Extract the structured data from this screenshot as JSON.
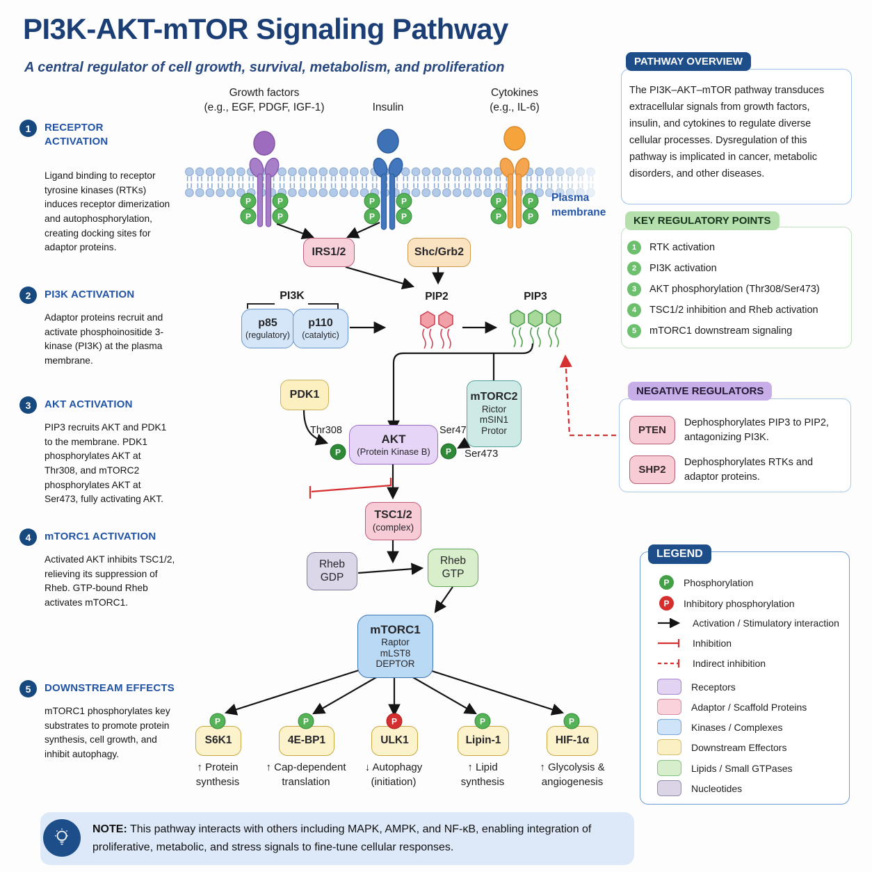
{
  "title": "PI3K-AKT-mTOR Signaling Pathway",
  "subtitle": "A central regulator of cell growth, survival, metabolism, and proliferation",
  "glyphs": {
    "p": "P"
  },
  "colors": {
    "navy": "#1d4e89",
    "step_blue": "#2153a4",
    "phospho_green": "#56b256",
    "inhibitory_red": "#d52f2f",
    "receptors": "#e3d3f3",
    "adaptor": "#fad2dc",
    "kinases": "#cfe4f8",
    "effectors": "#faf0c4",
    "lipids": "#d7eecd",
    "nucleotides": "#dad4e6"
  },
  "steps": [
    {
      "num": "1",
      "title": "RECEPTOR ACTIVATION",
      "body": "Ligand binding to receptor tyrosine kinases (RTKs) induces receptor dimerization and autophosphorylation, creating docking sites for adaptor proteins."
    },
    {
      "num": "2",
      "title": "PI3K ACTIVATION",
      "body": "Adaptor proteins recruit and activate phosphoinositide 3-kinase (PI3K) at the plasma membrane."
    },
    {
      "num": "3",
      "title": "AKT ACTIVATION",
      "body": "PIP3 recruits AKT and PDK1 to the membrane. PDK1 phosphorylates AKT at Thr308, and mTORC2 phosphorylates AKT at Ser473, fully activating AKT."
    },
    {
      "num": "4",
      "title": "mTORC1 ACTIVATION",
      "body": "Activated AKT inhibits TSC1/2, relieving its suppression of Rheb. GTP-bound Rheb activates mTORC1."
    },
    {
      "num": "5",
      "title": "DOWNSTREAM EFFECTS",
      "body": "mTORC1 phosphorylates key substrates to promote protein synthesis, cell growth, and inhibit autophagy."
    }
  ],
  "diagram": {
    "ligands": {
      "growth_factors_line1": "Growth factors",
      "growth_factors_line2": "(e.g., EGF, PDGF, IGF-1)",
      "insulin": "Insulin",
      "cytokines_line1": "Cytokines",
      "cytokines_line2": "(e.g., IL-6)"
    },
    "membrane_label_line1": "Plasma",
    "membrane_label_line2": "membrane",
    "nodes": {
      "irs": "IRS1/2",
      "shc": "Shc/Grb2",
      "pi3k_label": "PI3K",
      "p85_line1": "p85",
      "p85_line2": "(regulatory)",
      "p110_line1": "p110",
      "p110_line2": "(catalytic)",
      "pip2": "PIP2",
      "pip3": "PIP3",
      "pdk1": "PDK1",
      "thr308": "Thr308",
      "ser473_top": "Ser473",
      "ser473_bottom": "Ser473",
      "akt_line1": "AKT",
      "akt_line2": "(Protein Kinase B)",
      "mtorc2_title": "mTORC2",
      "mtorc2_sub1": "Rictor",
      "mtorc2_sub2": "mSIN1",
      "mtorc2_sub3": "Protor",
      "tsc_line1": "TSC1/2",
      "tsc_line2": "(complex)",
      "rheb_gdp_line1": "Rheb",
      "rheb_gdp_line2": "GDP",
      "rheb_gtp_line1": "Rheb",
      "rheb_gtp_line2": "GTP",
      "mtorc1_title": "mTORC1",
      "mtorc1_sub1": "Raptor",
      "mtorc1_sub2": "mLST8",
      "mtorc1_sub3": "DEPTOR"
    },
    "effectors": [
      {
        "name": "S6K1",
        "badge": "P",
        "effect_line1": "↑ Protein",
        "effect_line2": "synthesis"
      },
      {
        "name": "4E-BP1",
        "badge": "P",
        "effect_line1": "↑ Cap-dependent",
        "effect_line2": "translation"
      },
      {
        "name": "ULK1",
        "badge": "P",
        "effect_line1": "↓ Autophagy",
        "effect_line2": "(initiation)"
      },
      {
        "name": "Lipin-1",
        "badge": "P",
        "effect_line1": "↑ Lipid",
        "effect_line2": "synthesis"
      },
      {
        "name": "HIF-1α",
        "badge": "P",
        "effect_line1": "↑ Glycolysis &",
        "effect_line2": "angiogenesis"
      }
    ]
  },
  "panels": {
    "overview": {
      "title": "PATHWAY OVERVIEW",
      "body": "The PI3K–AKT–mTOR pathway transduces extracellular signals from growth factors, insulin, and cytokines to regulate diverse cellular processes. Dysregulation of this pathway is implicated in cancer, metabolic disorders, and other diseases."
    },
    "key_points": {
      "title": "KEY REGULATORY POINTS",
      "items": [
        {
          "num": "1",
          "label": "RTK activation"
        },
        {
          "num": "2",
          "label": "PI3K activation"
        },
        {
          "num": "3",
          "label": "AKT phosphorylation (Thr308/Ser473)"
        },
        {
          "num": "4",
          "label": "TSC1/2 inhibition and Rheb activation"
        },
        {
          "num": "5",
          "label": "mTORC1 downstream signaling"
        }
      ]
    },
    "negative": {
      "title": "NEGATIVE REGULATORS",
      "items": [
        {
          "name": "PTEN",
          "desc_line1": "Dephosphorylates PIP3 to PIP2,",
          "desc_line2": "antagonizing PI3K."
        },
        {
          "name": "SHP2",
          "desc_line1": "Dephosphorylates RTKs and",
          "desc_line2": "adaptor proteins."
        }
      ]
    },
    "legend": {
      "title": "LEGEND",
      "items": [
        {
          "label": "Phosphorylation"
        },
        {
          "label": "Inhibitory phosphorylation"
        },
        {
          "label": "Activation / Stimulatory interaction"
        },
        {
          "label": "Inhibition"
        },
        {
          "label": "Indirect inhibition"
        },
        {
          "label": "Receptors"
        },
        {
          "label": "Adaptor / Scaffold Proteins"
        },
        {
          "label": "Kinases / Complexes"
        },
        {
          "label": "Downstream Effectors"
        },
        {
          "label": "Lipids / Small GTPases"
        },
        {
          "label": "Nucleotides"
        }
      ]
    }
  },
  "note": {
    "label": "NOTE:",
    "body": " This pathway interacts with others including MAPK, AMPK, and NF-κB, enabling integration of proliferative, metabolic, and stress signals to fine-tune cellular responses."
  }
}
